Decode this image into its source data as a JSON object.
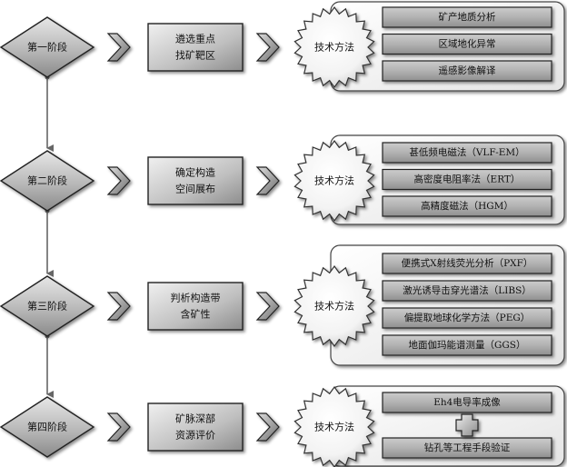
{
  "stages": [
    {
      "phase": "第一阶段",
      "task_lines": [
        "遴选重点",
        "找矿靶区"
      ],
      "method_label": "技术方法",
      "methods": [
        "矿产地质分析",
        "区域地化异常",
        "遥感影像解译"
      ]
    },
    {
      "phase": "第二阶段",
      "task_lines": [
        "确定构造",
        "空间展布"
      ],
      "method_label": "技术方法",
      "methods": [
        "甚低频电磁法（VLF-EM）",
        "高密度电阻率法（ERT）",
        "高精度磁法（HGM）"
      ]
    },
    {
      "phase": "第三阶段",
      "task_lines": [
        "判析构造带",
        "含矿性"
      ],
      "method_label": "技术方法",
      "methods": [
        "便携式X射线荧光分析（PXF）",
        "激光诱导击穿光谱法（LIBS）",
        "偏提取地球化学方法（PEG）",
        "地面伽玛能谱测量（GGS）"
      ]
    },
    {
      "phase": "第四阶段",
      "task_lines": [
        "矿脉深部",
        "资源评价"
      ],
      "method_label": "技术方法",
      "methods": [
        "Eh4电导率成像",
        "钻孔等工程手段验证"
      ]
    }
  ]
}
